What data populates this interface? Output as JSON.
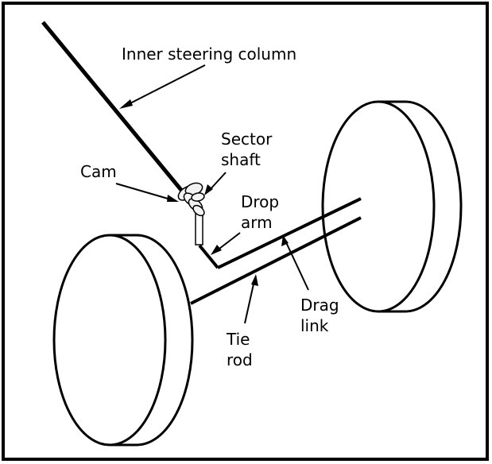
{
  "labels": {
    "inner_steering_column": "Inner steering column",
    "sector_shaft": [
      "Sector",
      "shaft"
    ],
    "cam": "Cam",
    "drop_arm": [
      "Drop",
      "arm"
    ],
    "drag_link": [
      "Drag",
      "link"
    ],
    "tie_rod": [
      "Tie",
      "rod"
    ]
  },
  "colors": {
    "stroke": "#000000",
    "background": "#ffffff",
    "cam_fill": "#f2f2f2"
  }
}
